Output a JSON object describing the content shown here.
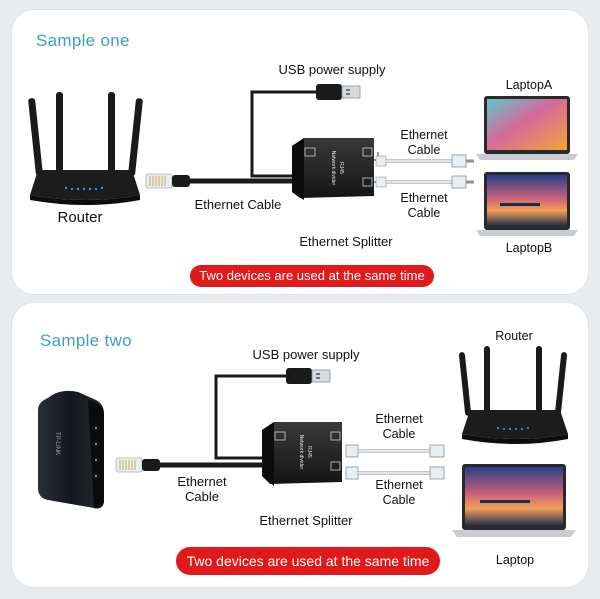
{
  "sample_one": {
    "title": "Sample one",
    "usb_label": "USB power supply",
    "router_label": "Router",
    "ethernet_cable_label": "Ethernet Cable",
    "splitter_label": "Ethernet Splitter",
    "ethernet_cable_a_line1": "Ethernet",
    "ethernet_cable_a_line2": "Cable",
    "ethernet_cable_b_line1": "Ethernet",
    "ethernet_cable_b_line2": "Cable",
    "laptop_a_label": "LaptopA",
    "laptop_b_label": "LaptopB",
    "banner": "Two devices are used at the same time",
    "splitter_text_1": "RJ45",
    "splitter_text_2": "Network divider"
  },
  "sample_two": {
    "title": "Sample two",
    "usb_label": "USB power supply",
    "router_label": "Router",
    "ethernet_cable_line1": "Ethernet",
    "ethernet_cable_line2": "Cable",
    "splitter_label": "Ethernet Splitter",
    "ethernet_cable_a_line1": "Ethernet",
    "ethernet_cable_a_line2": "Cable",
    "ethernet_cable_b_line1": "Ethernet",
    "ethernet_cable_b_line2": "Cable",
    "laptop_label": "Laptop",
    "banner": "Two devices are used at the same time",
    "modem_brand": "TP-LINK",
    "splitter_text_1": "RJ45",
    "splitter_text_2": "Network divider"
  },
  "colors": {
    "accent_title": "#3aa1b9",
    "banner_red": "#e01a1a",
    "device_black": "#1a1a1a",
    "router_led": "#2d8cff"
  }
}
